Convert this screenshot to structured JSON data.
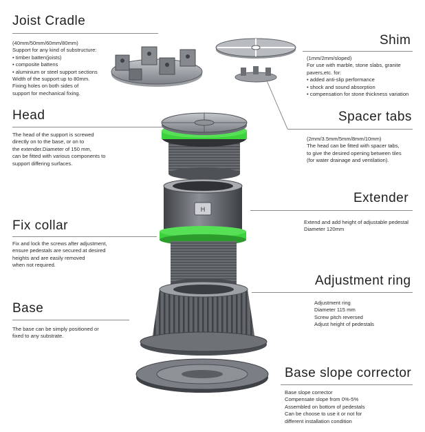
{
  "colors": {
    "accent_green": "#3ccf3c",
    "part_dark": "#4a4d52",
    "part_mid": "#7b7f85",
    "part_light": "#b4b7bb"
  },
  "sections": {
    "joist_cradle": {
      "title": "Joist Cradle",
      "lines": [
        "(40mm/50mm/60mm/80mm)",
        "Support for any kind of substructure:",
        "• timber batten(joists)",
        "• composite battens",
        "• aluminium or steel support sections",
        "Width of the support:up to 80mm.",
        "Fixing holes on both sides of",
        "support for mechanical fixing."
      ]
    },
    "shim": {
      "title": "Shim",
      "lines": [
        "(1mm/2mm/sloped)",
        "For use with marble, stone slabs, granite",
        "pavers,etc. for:",
        "• added anti-slip performance",
        "• shock and sound absorption",
        "• compensation for stone thickness variation"
      ]
    },
    "head": {
      "title": "Head",
      "lines": [
        "The head of the support is screwed",
        "directly on to the base, or on to",
        "the extender.Diameter of 150 mm,",
        "can be fitted with various components to",
        "support differing surfaces."
      ]
    },
    "spacer_tabs": {
      "title": "Spacer tabs",
      "lines": [
        "(2mm/3.5mm/5mm/8mm/10mm)",
        "The head can be fitted with spacer tabs,",
        "to give the desired opening between tiles",
        "(for water drainage and ventilation)."
      ]
    },
    "extender": {
      "title": "Extender",
      "lines": [
        "Extend and add height of adjustable pedestal",
        "Diameter 120mm"
      ]
    },
    "fix_collar": {
      "title": "Fix collar",
      "lines": [
        "Fix and lock the screws after adjustment,",
        "ensure pedestals are secured at desired",
        "heights and are easily removed",
        "when not required."
      ]
    },
    "adjustment_ring": {
      "title": "Adjustment ring",
      "lines": [
        "Adjustment ring",
        "Diameter 115 mm",
        "Screw pitch reversed",
        "Adjust height of pedestals"
      ]
    },
    "base": {
      "title": "Base",
      "lines": [
        "The base can be simply positioned or",
        "fixed to any substrate."
      ]
    },
    "base_slope_corrector": {
      "title": "Base slope corrector",
      "lines": [
        "Base slope corrector",
        "Compensate slope from 0%-5%",
        "Assembled on bottom of pedestals",
        "Can be choose to use it or not for",
        "different installation condition"
      ]
    }
  }
}
